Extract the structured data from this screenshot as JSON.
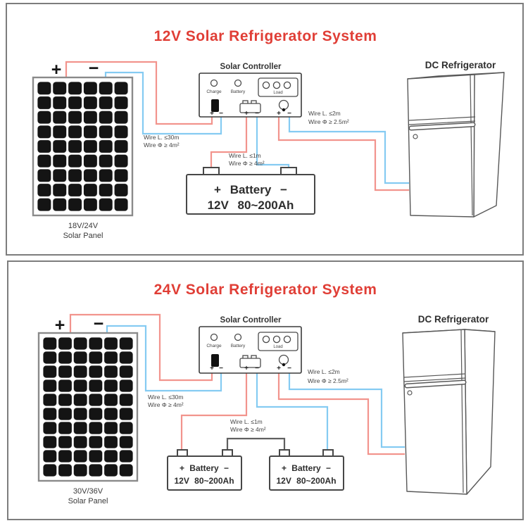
{
  "symbols": {
    "plus": "+",
    "minus": "−"
  },
  "colors": {
    "title": "#e03e36",
    "wire_positive": "#f2948d",
    "wire_negative": "#85cbf2",
    "wire_series": "#5f5f5f"
  },
  "diagrams": [
    {
      "title": "12V Solar Refrigerator System",
      "solar_panel": {
        "voltage": "18V/24V",
        "name": "Solar Panel"
      },
      "controller": {
        "title": "Solar Controller",
        "charge_label": "Charge",
        "battery_label": "Battery",
        "load_label": "Load"
      },
      "batteries": [
        {
          "heading": "+ Battery −",
          "spec": "12V 80~200Ah"
        }
      ],
      "refrigerator_label": "DC Refrigerator",
      "wire_specs": {
        "panel_line1": "Wire L. ≤30m",
        "panel_line2": "Wire Φ ≥ 4m²",
        "battery_line1": "Wire L. ≤1m",
        "battery_line2": "Wire Φ ≥ 4m²",
        "load_line1": "Wire L. ≤2m",
        "load_line2": "Wire Φ ≥ 2.5m²"
      }
    },
    {
      "title": "24V Solar Refrigerator System",
      "solar_panel": {
        "voltage": "30V/36V",
        "name": "Solar Panel"
      },
      "controller": {
        "title": "Solar Controller",
        "charge_label": "Charge",
        "battery_label": "Battery",
        "load_label": "Load"
      },
      "batteries": [
        {
          "heading": "+ Battery −",
          "spec": "12V 80~200Ah"
        },
        {
          "heading": "+ Battery −",
          "spec": "12V 80~200Ah"
        }
      ],
      "refrigerator_label": "DC Refrigerator",
      "wire_specs": {
        "panel_line1": "Wire L. ≤30m",
        "panel_line2": "Wire Φ ≥ 4m²",
        "battery_line1": "Wire L. ≤1m",
        "battery_line2": "Wire Φ ≥ 4m²",
        "load_line1": "Wire L. ≤2m",
        "load_line2": "Wire Φ ≥ 2.5m²"
      }
    }
  ]
}
